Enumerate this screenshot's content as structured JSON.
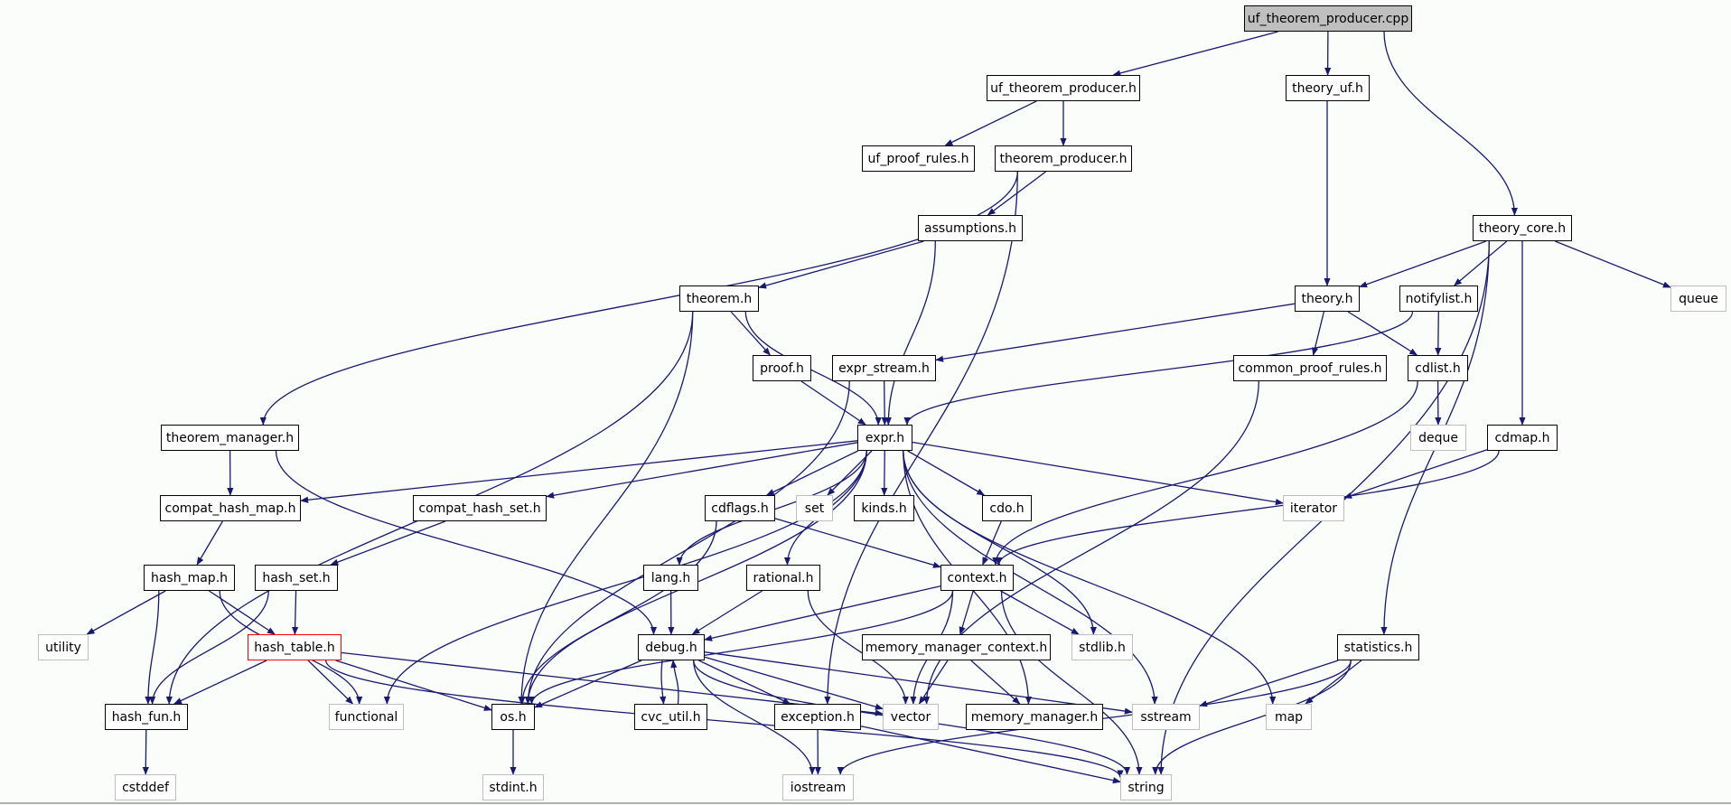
{
  "title": "uf_theorem_producer.cpp include dependency graph",
  "colors": {
    "edge": "#191970",
    "node_border": "#000000",
    "external_border": "#bfbfbf",
    "root_fill": "#bfbfbf",
    "highlight_border": "#ff0000"
  },
  "nodes": [
    {
      "id": "uf_theorem_producer_cpp",
      "label": "uf_theorem_producer.cpp",
      "kind": "root"
    },
    {
      "id": "uf_theorem_producer_h",
      "label": "uf_theorem_producer.h",
      "kind": "file"
    },
    {
      "id": "theory_uf_h",
      "label": "theory_uf.h",
      "kind": "file"
    },
    {
      "id": "uf_proof_rules_h",
      "label": "uf_proof_rules.h",
      "kind": "file"
    },
    {
      "id": "theorem_producer_h",
      "label": "theorem_producer.h",
      "kind": "file"
    },
    {
      "id": "assumptions_h",
      "label": "assumptions.h",
      "kind": "file"
    },
    {
      "id": "theory_core_h",
      "label": "theory_core.h",
      "kind": "file"
    },
    {
      "id": "theorem_h",
      "label": "theorem.h",
      "kind": "file"
    },
    {
      "id": "theory_h",
      "label": "theory.h",
      "kind": "file"
    },
    {
      "id": "notifylist_h",
      "label": "notifylist.h",
      "kind": "file"
    },
    {
      "id": "queue",
      "label": "queue",
      "kind": "external"
    },
    {
      "id": "proof_h",
      "label": "proof.h",
      "kind": "file"
    },
    {
      "id": "expr_stream_h",
      "label": "expr_stream.h",
      "kind": "file"
    },
    {
      "id": "common_proof_rules_h",
      "label": "common_proof_rules.h",
      "kind": "file"
    },
    {
      "id": "cdlist_h",
      "label": "cdlist.h",
      "kind": "file"
    },
    {
      "id": "theorem_manager_h",
      "label": "theorem_manager.h",
      "kind": "file"
    },
    {
      "id": "expr_h",
      "label": "expr.h",
      "kind": "file"
    },
    {
      "id": "deque",
      "label": "deque",
      "kind": "external"
    },
    {
      "id": "cdmap_h",
      "label": "cdmap.h",
      "kind": "file"
    },
    {
      "id": "compat_hash_map_h",
      "label": "compat_hash_map.h",
      "kind": "file"
    },
    {
      "id": "compat_hash_set_h",
      "label": "compat_hash_set.h",
      "kind": "file"
    },
    {
      "id": "cdflags_h",
      "label": "cdflags.h",
      "kind": "file"
    },
    {
      "id": "set",
      "label": "set",
      "kind": "external"
    },
    {
      "id": "kinds_h",
      "label": "kinds.h",
      "kind": "file"
    },
    {
      "id": "cdo_h",
      "label": "cdo.h",
      "kind": "file"
    },
    {
      "id": "iterator",
      "label": "iterator",
      "kind": "external"
    },
    {
      "id": "hash_map_h",
      "label": "hash_map.h",
      "kind": "file"
    },
    {
      "id": "hash_set_h",
      "label": "hash_set.h",
      "kind": "file"
    },
    {
      "id": "lang_h",
      "label": "lang.h",
      "kind": "file"
    },
    {
      "id": "rational_h",
      "label": "rational.h",
      "kind": "file"
    },
    {
      "id": "context_h",
      "label": "context.h",
      "kind": "file"
    },
    {
      "id": "utility",
      "label": "utility",
      "kind": "external"
    },
    {
      "id": "hash_table_h",
      "label": "hash_table.h",
      "kind": "highlight"
    },
    {
      "id": "debug_h",
      "label": "debug.h",
      "kind": "file"
    },
    {
      "id": "memory_manager_context_h",
      "label": "memory_manager_context.h",
      "kind": "file"
    },
    {
      "id": "stdlib_h",
      "label": "stdlib.h",
      "kind": "external"
    },
    {
      "id": "statistics_h",
      "label": "statistics.h",
      "kind": "file"
    },
    {
      "id": "hash_fun_h",
      "label": "hash_fun.h",
      "kind": "file"
    },
    {
      "id": "functional",
      "label": "functional",
      "kind": "external"
    },
    {
      "id": "os_h",
      "label": "os.h",
      "kind": "file"
    },
    {
      "id": "cvc_util_h",
      "label": "cvc_util.h",
      "kind": "file"
    },
    {
      "id": "exception_h",
      "label": "exception.h",
      "kind": "file"
    },
    {
      "id": "vector",
      "label": "vector",
      "kind": "external"
    },
    {
      "id": "memory_manager_h",
      "label": "memory_manager.h",
      "kind": "file"
    },
    {
      "id": "sstream",
      "label": "sstream",
      "kind": "external"
    },
    {
      "id": "map",
      "label": "map",
      "kind": "external"
    },
    {
      "id": "cstddef",
      "label": "cstddef",
      "kind": "external"
    },
    {
      "id": "stdint_h",
      "label": "stdint.h",
      "kind": "external"
    },
    {
      "id": "iostream",
      "label": "iostream",
      "kind": "external"
    },
    {
      "id": "string",
      "label": "string",
      "kind": "external"
    }
  ],
  "edges": [
    [
      "uf_theorem_producer_cpp",
      "uf_theorem_producer_h"
    ],
    [
      "uf_theorem_producer_cpp",
      "theory_uf_h"
    ],
    [
      "uf_theorem_producer_cpp",
      "theory_core_h"
    ],
    [
      "uf_theorem_producer_h",
      "uf_proof_rules_h"
    ],
    [
      "uf_theorem_producer_h",
      "theorem_producer_h"
    ],
    [
      "theorem_producer_h",
      "assumptions_h"
    ],
    [
      "theorem_producer_h",
      "theorem_manager_h"
    ],
    [
      "theorem_producer_h",
      "exception_h"
    ],
    [
      "assumptions_h",
      "theorem_h"
    ],
    [
      "assumptions_h",
      "expr_h"
    ],
    [
      "theory_uf_h",
      "theory_h"
    ],
    [
      "theory_core_h",
      "theory_h"
    ],
    [
      "theory_core_h",
      "notifylist_h"
    ],
    [
      "theory_core_h",
      "queue"
    ],
    [
      "theory_core_h",
      "cdmap_h"
    ],
    [
      "theory_core_h",
      "statistics_h"
    ],
    [
      "theory_core_h",
      "string"
    ],
    [
      "theorem_h",
      "proof_h"
    ],
    [
      "theorem_h",
      "expr_h"
    ],
    [
      "theorem_h",
      "hash_fun_h"
    ],
    [
      "theorem_h",
      "os_h"
    ],
    [
      "theory_h",
      "expr_stream_h"
    ],
    [
      "theory_h",
      "common_proof_rules_h"
    ],
    [
      "theory_h",
      "cdlist_h"
    ],
    [
      "notifylist_h",
      "expr_h"
    ],
    [
      "notifylist_h",
      "cdlist_h"
    ],
    [
      "proof_h",
      "expr_h"
    ],
    [
      "expr_stream_h",
      "expr_h"
    ],
    [
      "expr_stream_h",
      "os_h"
    ],
    [
      "common_proof_rules_h",
      "vector"
    ],
    [
      "cdlist_h",
      "deque"
    ],
    [
      "cdlist_h",
      "context_h"
    ],
    [
      "theorem_manager_h",
      "compat_hash_map_h"
    ],
    [
      "theorem_manager_h",
      "debug_h"
    ],
    [
      "expr_h",
      "compat_hash_map_h"
    ],
    [
      "expr_h",
      "compat_hash_set_h"
    ],
    [
      "expr_h",
      "cdflags_h"
    ],
    [
      "expr_h",
      "set"
    ],
    [
      "expr_h",
      "kinds_h"
    ],
    [
      "expr_h",
      "cdo_h"
    ],
    [
      "expr_h",
      "iterator"
    ],
    [
      "expr_h",
      "lang_h"
    ],
    [
      "expr_h",
      "rational_h"
    ],
    [
      "expr_h",
      "functional"
    ],
    [
      "expr_h",
      "os_h"
    ],
    [
      "expr_h",
      "stdlib_h"
    ],
    [
      "expr_h",
      "sstream"
    ],
    [
      "expr_h",
      "memory_manager_h"
    ],
    [
      "expr_h",
      "map"
    ],
    [
      "cdmap_h",
      "iterator"
    ],
    [
      "cdmap_h",
      "context_h"
    ],
    [
      "compat_hash_map_h",
      "hash_map_h"
    ],
    [
      "compat_hash_set_h",
      "hash_set_h"
    ],
    [
      "cdflags_h",
      "context_h"
    ],
    [
      "cdflags_h",
      "os_h"
    ],
    [
      "cdo_h",
      "context_h"
    ],
    [
      "hash_map_h",
      "utility"
    ],
    [
      "hash_map_h",
      "hash_table_h"
    ],
    [
      "hash_map_h",
      "hash_fun_h"
    ],
    [
      "hash_map_h",
      "functional"
    ],
    [
      "hash_set_h",
      "hash_table_h"
    ],
    [
      "hash_set_h",
      "hash_fun_h"
    ],
    [
      "lang_h",
      "debug_h"
    ],
    [
      "rational_h",
      "debug_h"
    ],
    [
      "rational_h",
      "vector"
    ],
    [
      "context_h",
      "debug_h"
    ],
    [
      "context_h",
      "memory_manager_context_h"
    ],
    [
      "context_h",
      "stdlib_h"
    ],
    [
      "context_h",
      "os_h"
    ],
    [
      "context_h",
      "vector"
    ],
    [
      "context_h",
      "string"
    ],
    [
      "hash_table_h",
      "hash_fun_h"
    ],
    [
      "hash_table_h",
      "functional"
    ],
    [
      "hash_table_h",
      "os_h"
    ],
    [
      "hash_table_h",
      "vector"
    ],
    [
      "hash_table_h",
      "string"
    ],
    [
      "debug_h",
      "os_h"
    ],
    [
      "debug_h",
      "cvc_util_h"
    ],
    [
      "debug_h",
      "exception_h"
    ],
    [
      "debug_h",
      "vector"
    ],
    [
      "debug_h",
      "sstream"
    ],
    [
      "debug_h",
      "iostream"
    ],
    [
      "debug_h",
      "string"
    ],
    [
      "cvc_util_h",
      "debug_h"
    ],
    [
      "memory_manager_context_h",
      "vector"
    ],
    [
      "memory_manager_context_h",
      "memory_manager_h"
    ],
    [
      "statistics_h",
      "sstream"
    ],
    [
      "statistics_h",
      "map"
    ],
    [
      "statistics_h",
      "iostream"
    ],
    [
      "statistics_h",
      "string"
    ],
    [
      "hash_fun_h",
      "cstddef"
    ],
    [
      "os_h",
      "stdint_h"
    ],
    [
      "exception_h",
      "iostream"
    ],
    [
      "exception_h",
      "string"
    ]
  ]
}
